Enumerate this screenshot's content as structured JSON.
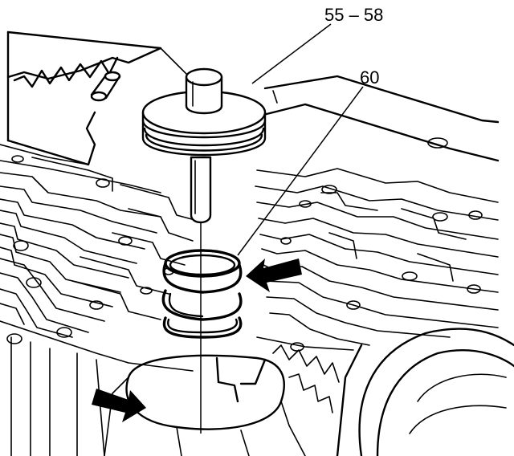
{
  "callouts": {
    "piston_label": "55 – 58",
    "spring_label": "60"
  },
  "icons": {
    "arrow_spring": "arrow-right-to-left",
    "arrow_bore": "arrow-left-to-right"
  },
  "colors": {
    "ink": "#000000",
    "paper": "#ffffff"
  }
}
